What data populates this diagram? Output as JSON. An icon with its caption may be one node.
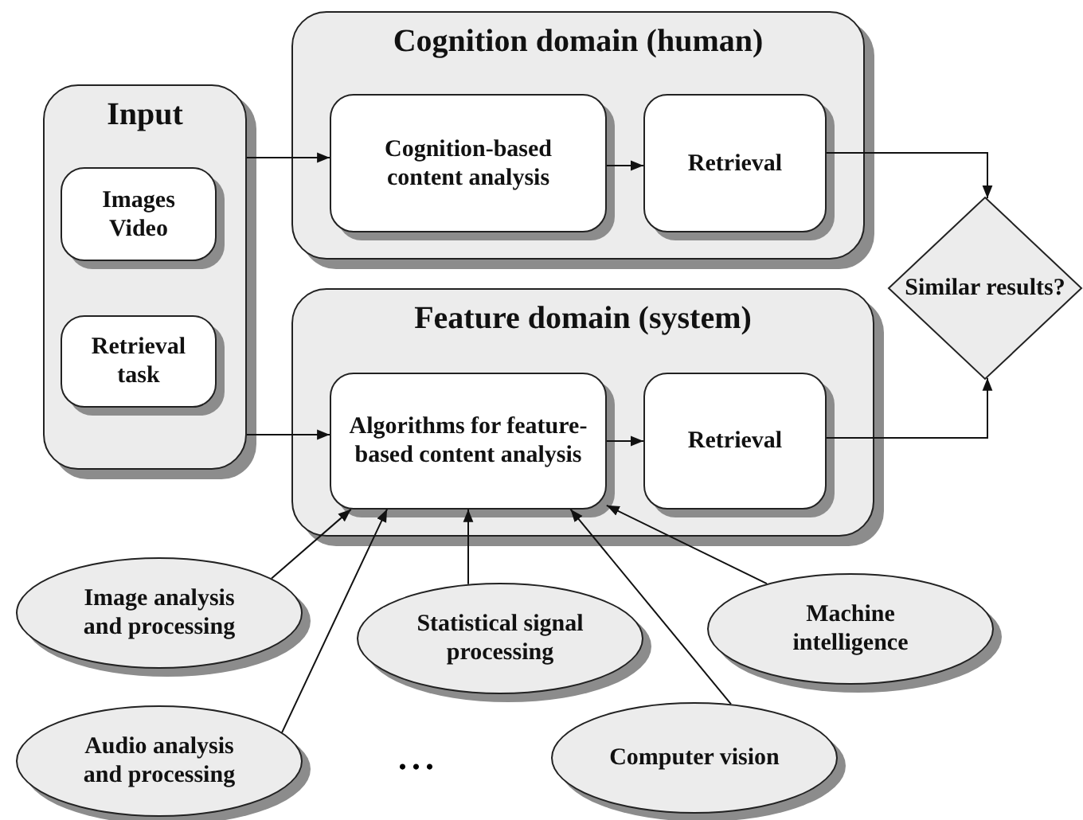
{
  "diagram": {
    "nodes": [
      {
        "text": [
          "Input"
        ]
      },
      {
        "text": [
          "Images Video"
        ],
        "in": 0
      },
      {
        "text": [
          "Retrieval task"
        ],
        "in": 0
      },
      {
        "text": [
          "Cognition domain (human)"
        ]
      },
      {
        "text": [
          "Cognition-based content analysis"
        ],
        "in": 3
      },
      {
        "text": [
          "Retrieval"
        ],
        "in": 3
      },
      {
        "text": [
          "Similar results?"
        ]
      },
      {
        "text": [
          "Feature domain (system)"
        ]
      },
      {
        "text": [
          "Algorithms for feature-based content analysis"
        ],
        "in": 7
      },
      {
        "text": [
          "Retrieval"
        ],
        "in": 7
      },
      {
        "text": [
          "Image analysis and processing"
        ]
      },
      {
        "text": [
          "Statistical signal processing"
        ]
      },
      {
        "text": [
          "Machine intelligence"
        ]
      },
      {
        "text": [
          "Audio analysis and processing"
        ]
      },
      {
        "text": [
          "Computer vision"
        ]
      }
    ],
    "edges": [
      {
        "from": 0,
        "to": 4,
        "arrow": "to"
      },
      {
        "from": 0,
        "to": 8,
        "arrow": "to"
      },
      {
        "from": 4,
        "to": 5,
        "arrow": "to"
      },
      {
        "from": 5,
        "to": 6,
        "arrow": "to"
      },
      {
        "from": 8,
        "to": 9,
        "arrow": "to"
      },
      {
        "from": 9,
        "to": 6,
        "arrow": "to"
      },
      {
        "from": 10,
        "to": 8,
        "arrow": "to"
      },
      {
        "from": 13,
        "to": 8,
        "arrow": "to"
      },
      {
        "from": 11,
        "to": 8,
        "arrow": "to"
      },
      {
        "from": 14,
        "to": 8,
        "arrow": "to"
      },
      {
        "from": 12,
        "to": 8,
        "arrow": "to"
      }
    ],
    "labels": [
      "..."
    ]
  }
}
